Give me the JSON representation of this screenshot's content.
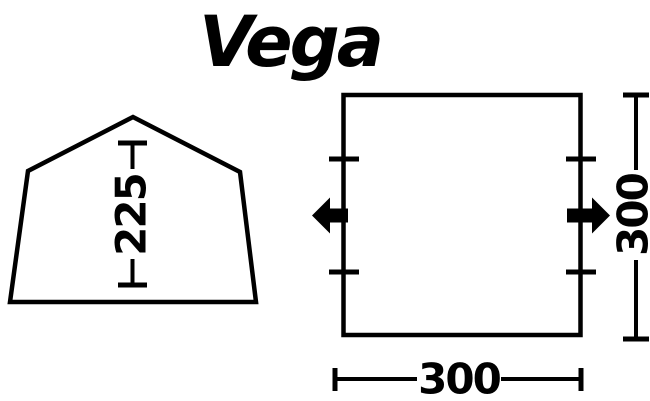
{
  "title": "Vega",
  "colors": {
    "line": "#000000",
    "background": "#ffffff"
  },
  "side_view": {
    "description": "tent-side-profile",
    "height_label": "225"
  },
  "floor_plan": {
    "description": "tent-floor-plan-square",
    "depth_label": "300",
    "width_label": "300"
  },
  "icons": {
    "left_entrance": "arrow-left",
    "right_entrance": "arrow-right"
  }
}
